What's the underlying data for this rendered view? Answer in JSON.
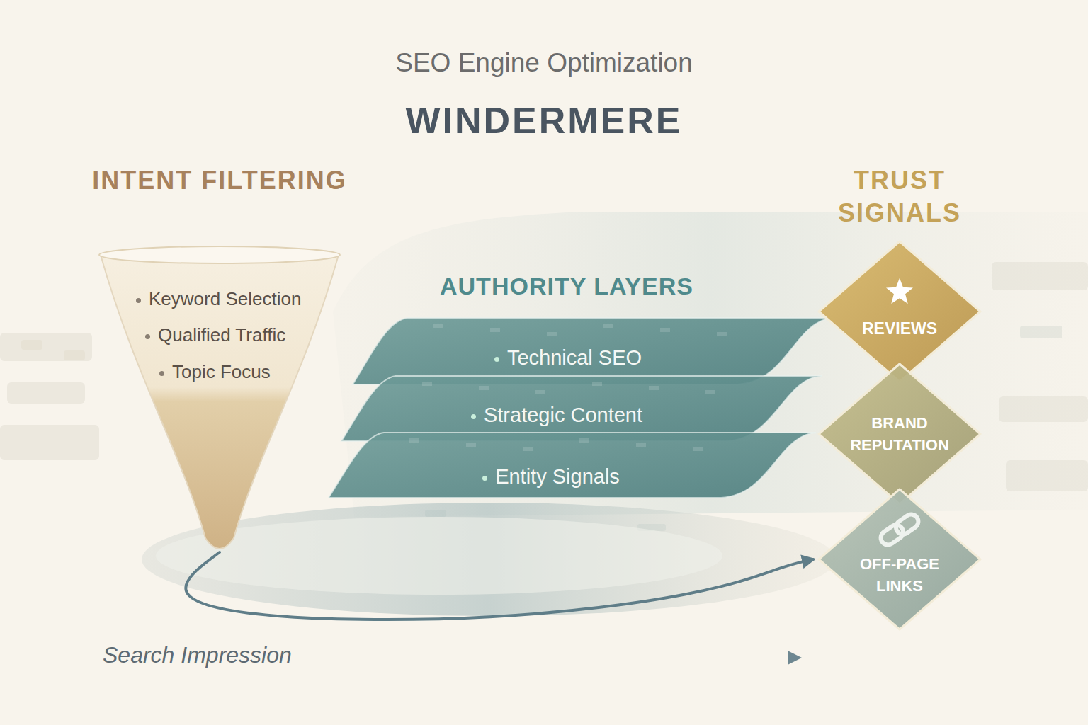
{
  "diagram": {
    "title": "WINDERMERE",
    "nodes": [
      {
        "text": [
          "INTENT FILTERING",
          "Keyword Selection",
          "Qualified Traffic",
          "Topic Focus"
        ]
      },
      {
        "text": [
          "AUTHORITY LAYERS"
        ]
      },
      {
        "text": [
          "Technical SEO"
        ],
        "in": 1
      },
      {
        "text": [
          "Strategic Content"
        ],
        "in": 1
      },
      {
        "text": [
          "Entity Signals"
        ],
        "in": 1
      },
      {
        "text": [
          "TRUST SIGNALS"
        ]
      },
      {
        "text": [
          "REVIEWS"
        ],
        "in": 5
      },
      {
        "text": [
          "BRAND REPUTATION"
        ],
        "in": 5
      },
      {
        "text": [
          "OFF-PAGE LINKS"
        ],
        "in": 5
      }
    ],
    "edges": [
      {
        "from": 0,
        "to": 8,
        "arrow": "to"
      }
    ],
    "labels": [
      "SEO Engine Optimization",
      "Search Impression"
    ]
  }
}
